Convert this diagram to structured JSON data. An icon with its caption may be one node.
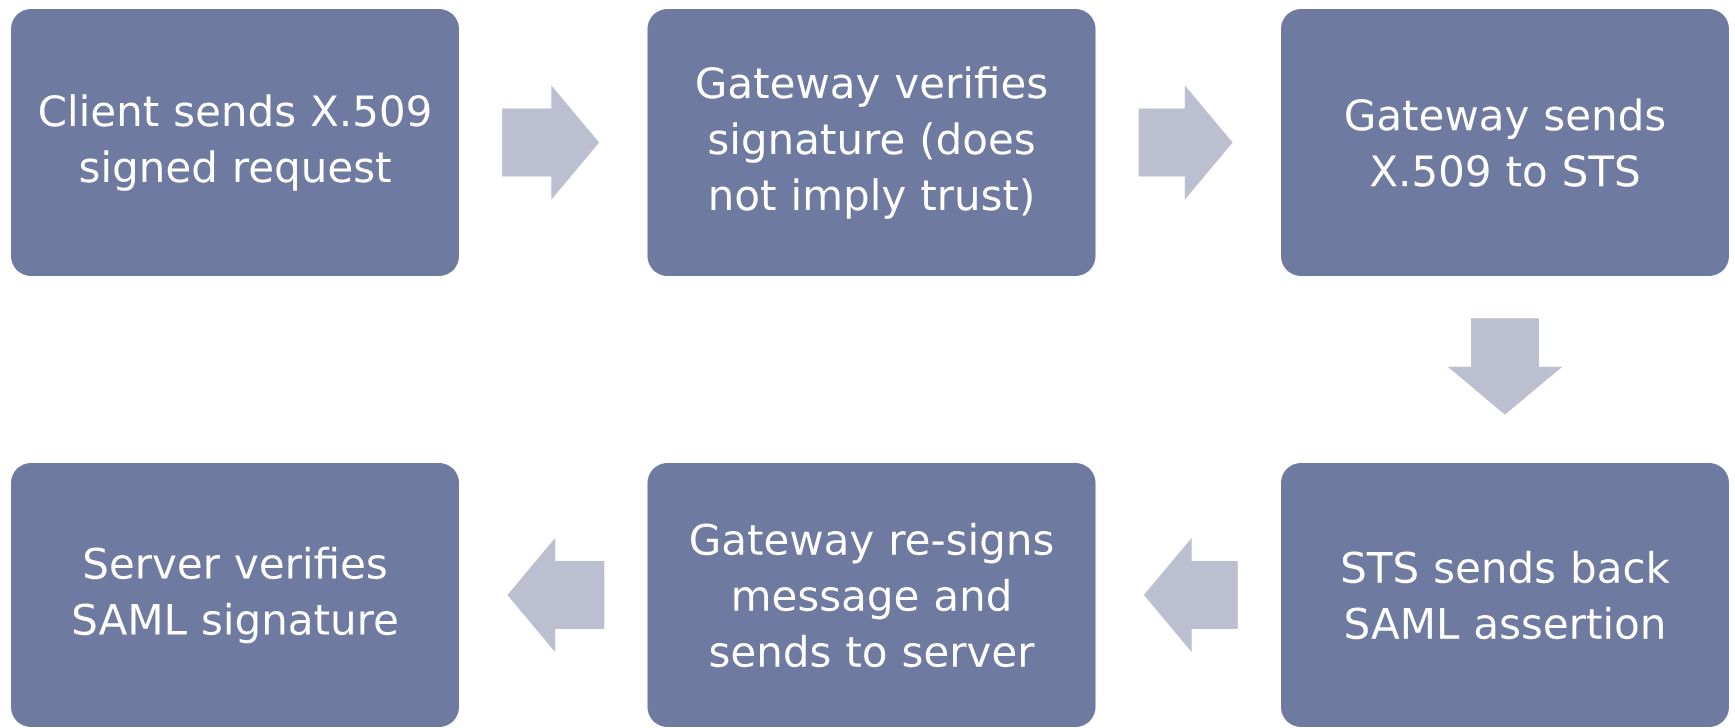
{
  "diagram": {
    "nodes": [
      {
        "text": [
          "Client sends X.509 signed request"
        ]
      },
      {
        "text": [
          "Gateway verifies signature (does not imply trust)"
        ]
      },
      {
        "text": [
          "Gateway sends X.509 to STS"
        ]
      },
      {
        "text": [
          "STS sends back SAML assertion"
        ]
      },
      {
        "text": [
          "Gateway re-signs message and sends to server"
        ]
      },
      {
        "text": [
          "Server verifies SAML signature"
        ]
      }
    ],
    "edges": [
      {
        "from": 0,
        "to": 1,
        "arrow": "to"
      },
      {
        "from": 1,
        "to": 2,
        "arrow": "to"
      },
      {
        "from": 2,
        "to": 3,
        "arrow": "to"
      },
      {
        "from": 3,
        "to": 4,
        "arrow": "to"
      },
      {
        "from": 4,
        "to": 5,
        "arrow": "to"
      }
    ]
  }
}
